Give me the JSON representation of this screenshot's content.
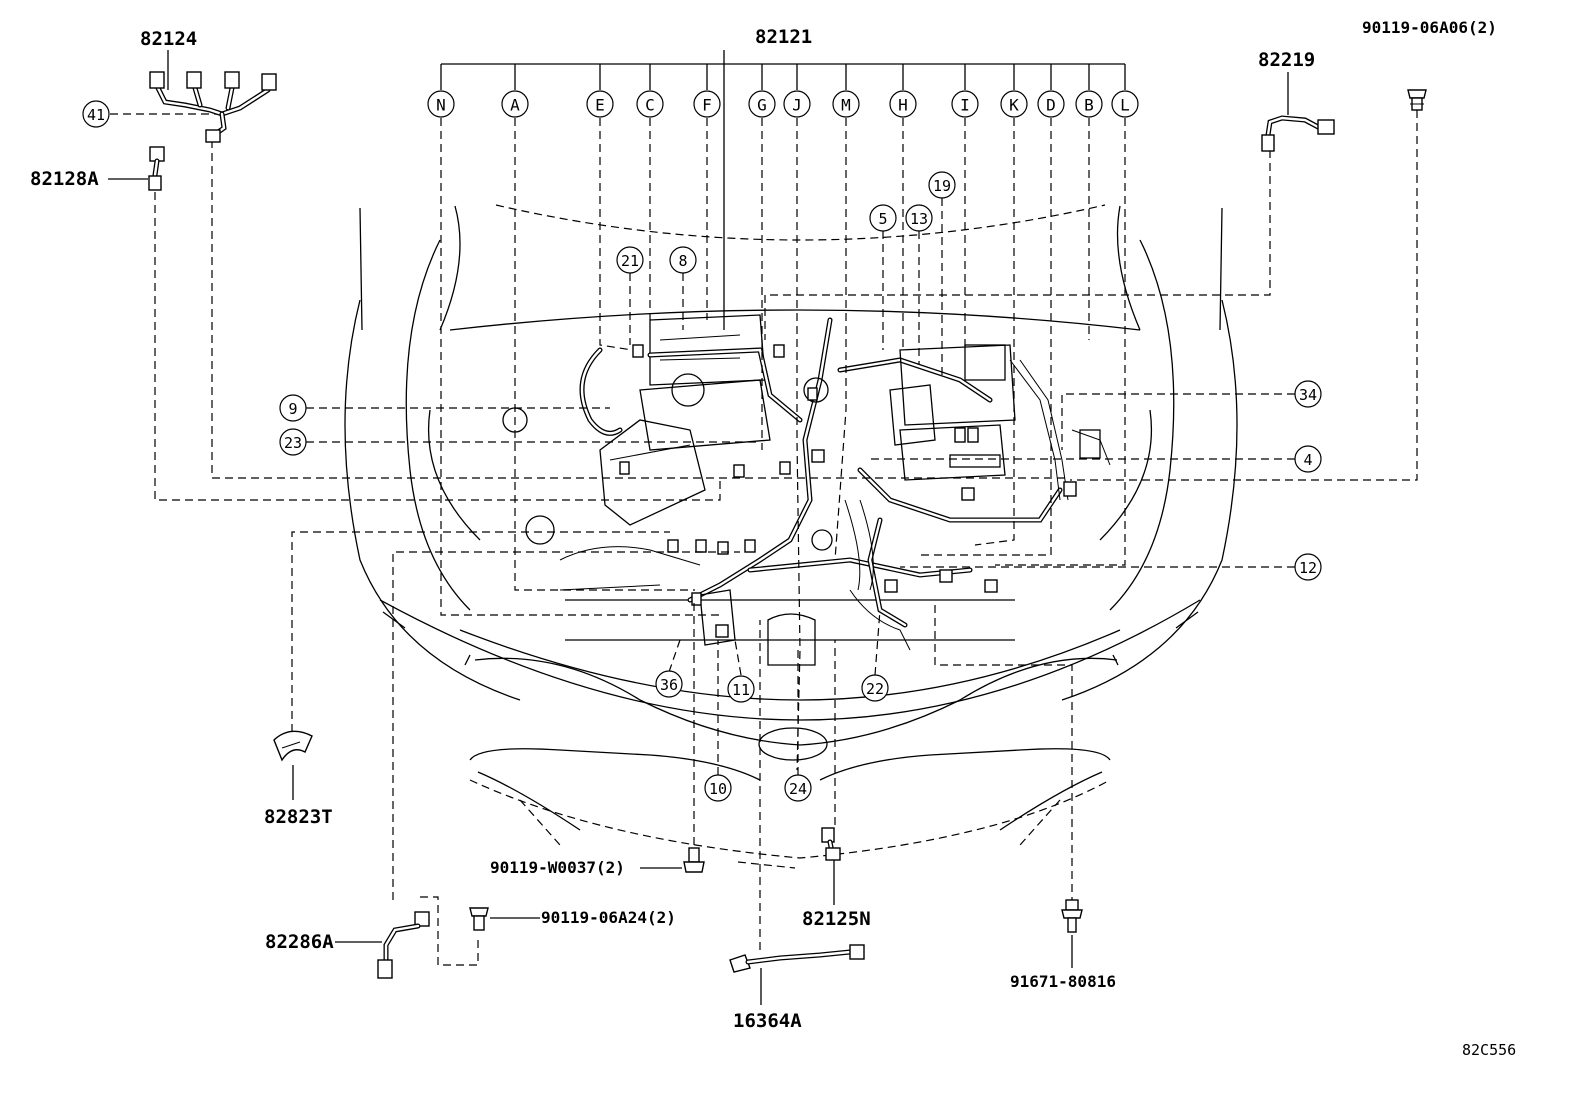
{
  "diagram_code": "82C556",
  "parts": {
    "p82124": "82124",
    "p82121": "82121",
    "p82128A": "82128A",
    "p82219": "82219",
    "p90119_06A06": "90119-06A06(2)",
    "p82823T": "82823T",
    "p90119_W0037": "90119-W0037(2)",
    "p82286A": "82286A",
    "p90119_06A24": "90119-06A24(2)",
    "p82125N": "82125N",
    "p16364A": "16364A",
    "p91671_80816": "91671-80816"
  },
  "letters": [
    "N",
    "A",
    "E",
    "C",
    "F",
    "G",
    "J",
    "M",
    "H",
    "I",
    "K",
    "D",
    "B",
    "L"
  ],
  "numbers": {
    "n41": "41",
    "n21": "21",
    "n8": "8",
    "n5": "5",
    "n13": "13",
    "n19": "19",
    "n9": "9",
    "n23": "23",
    "n34": "34",
    "n4": "4",
    "n12": "12",
    "n36": "36",
    "n11": "11",
    "n22": "22",
    "n10": "10",
    "n24": "24"
  }
}
